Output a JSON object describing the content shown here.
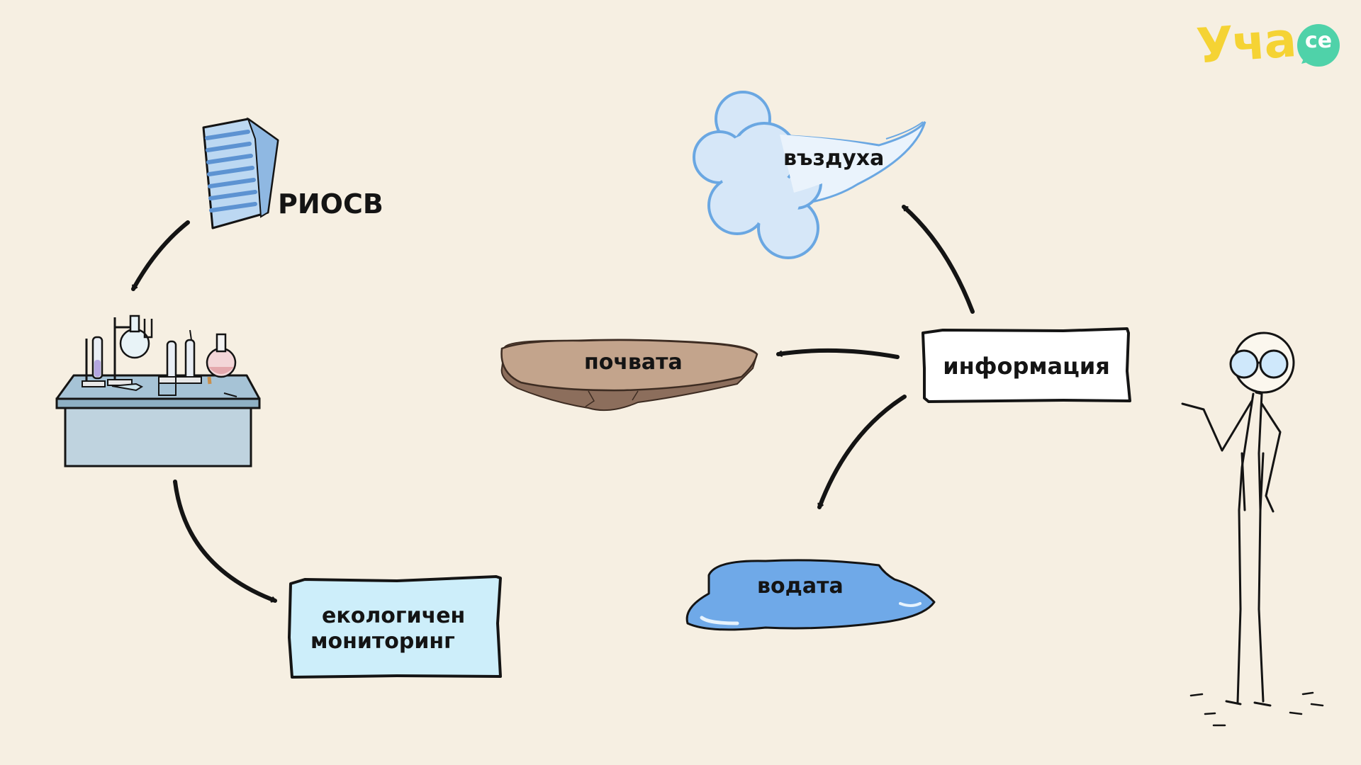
{
  "logo": {
    "text": "Уча",
    "badge": "се",
    "color": "#f5d334",
    "badge_color": "#4fd2a9"
  },
  "nodes": {
    "riosv": "РИОСВ",
    "monitoring": [
      "екологичен",
      "мониторинг"
    ],
    "air": "въздуха",
    "soil": "почвата",
    "information": "информация",
    "water": "водата"
  },
  "icons": {
    "riosv": "office-building-icon",
    "lab": "laboratory-table-icon",
    "air": "cloud-gust-icon",
    "soil": "soil-slab-icon",
    "water": "water-puddle-icon",
    "character": "stick-figure-with-glasses-icon"
  },
  "colors": {
    "background": "#f6efe2",
    "monitoring_box": "#cdeefa",
    "info_box": "#ffffff",
    "cloud": "#d6e7f8",
    "soil": "#c3a48c",
    "water": "#6fa9e8",
    "ink": "#141414"
  }
}
